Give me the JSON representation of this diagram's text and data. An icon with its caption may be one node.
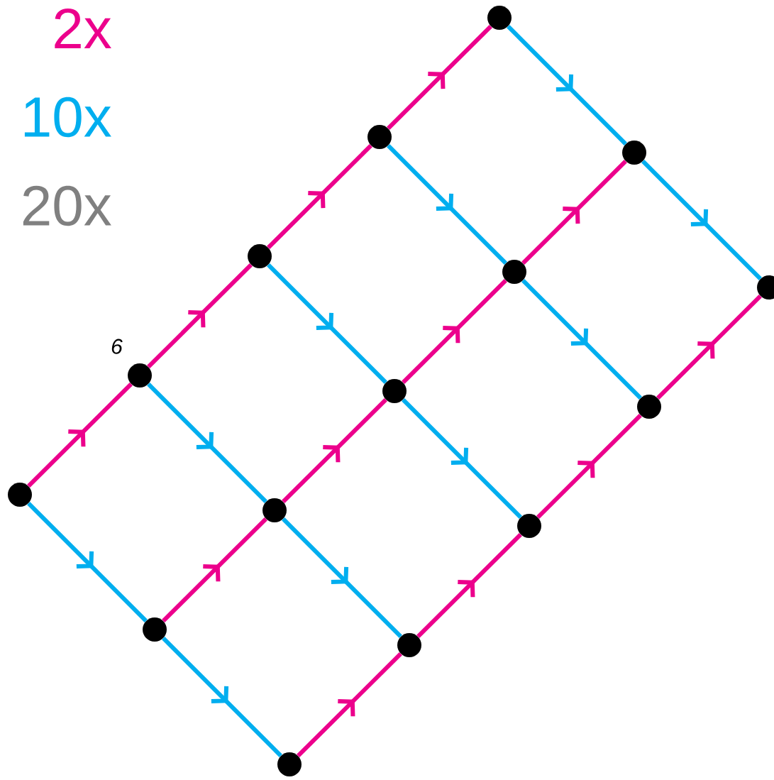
{
  "diagram": {
    "nodes": [
      {
        "text": [],
        "shape": "circle"
      },
      {
        "text": [],
        "shape": "circle",
        "beside": [
          "6"
        ]
      },
      {
        "text": [],
        "shape": "circle"
      },
      {
        "text": [],
        "shape": "circle"
      },
      {
        "text": [],
        "shape": "circle"
      },
      {
        "text": [],
        "shape": "circle"
      },
      {
        "text": [],
        "shape": "circle"
      },
      {
        "text": [],
        "shape": "circle"
      },
      {
        "text": [],
        "shape": "circle"
      },
      {
        "text": [],
        "shape": "circle"
      },
      {
        "text": [],
        "shape": "circle"
      },
      {
        "text": [],
        "shape": "circle"
      },
      {
        "text": [],
        "shape": "circle"
      },
      {
        "text": [],
        "shape": "circle"
      },
      {
        "text": [],
        "shape": "circle"
      }
    ],
    "edges": [
      {
        "from": 0,
        "to": 1,
        "arrow": "to"
      },
      {
        "from": 1,
        "to": 2,
        "arrow": "to"
      },
      {
        "from": 2,
        "to": 3,
        "arrow": "to"
      },
      {
        "from": 3,
        "to": 4,
        "arrow": "to"
      },
      {
        "from": 5,
        "to": 6,
        "arrow": "to"
      },
      {
        "from": 6,
        "to": 7,
        "arrow": "to"
      },
      {
        "from": 7,
        "to": 8,
        "arrow": "to"
      },
      {
        "from": 8,
        "to": 9,
        "arrow": "to"
      },
      {
        "from": 10,
        "to": 11,
        "arrow": "to"
      },
      {
        "from": 11,
        "to": 12,
        "arrow": "to"
      },
      {
        "from": 12,
        "to": 13,
        "arrow": "to"
      },
      {
        "from": 13,
        "to": 14,
        "arrow": "to"
      },
      {
        "from": 0,
        "to": 5,
        "arrow": "to",
        "color": "#00aeef"
      },
      {
        "from": 1,
        "to": 6,
        "arrow": "to",
        "color": "#00aeef"
      },
      {
        "from": 2,
        "to": 7,
        "arrow": "to",
        "color": "#00aeef"
      },
      {
        "from": 3,
        "to": 8,
        "arrow": "to",
        "color": "#00aeef"
      },
      {
        "from": 4,
        "to": 9,
        "arrow": "to",
        "color": "#00aeef"
      },
      {
        "from": 5,
        "to": 10,
        "arrow": "to",
        "color": "#00aeef"
      },
      {
        "from": 6,
        "to": 11,
        "arrow": "to",
        "color": "#00aeef"
      },
      {
        "from": 7,
        "to": 12,
        "arrow": "to",
        "color": "#00aeef"
      },
      {
        "from": 8,
        "to": 13,
        "arrow": "to",
        "color": "#00aeef"
      },
      {
        "from": 9,
        "to": 14,
        "arrow": "to",
        "color": "#00aeef"
      }
    ],
    "legend": [
      {
        "text": "2x",
        "color": "#ec008c"
      },
      {
        "text": "10x",
        "color": "#00aeef"
      },
      {
        "text": "20x",
        "color": "#808080"
      }
    ]
  }
}
